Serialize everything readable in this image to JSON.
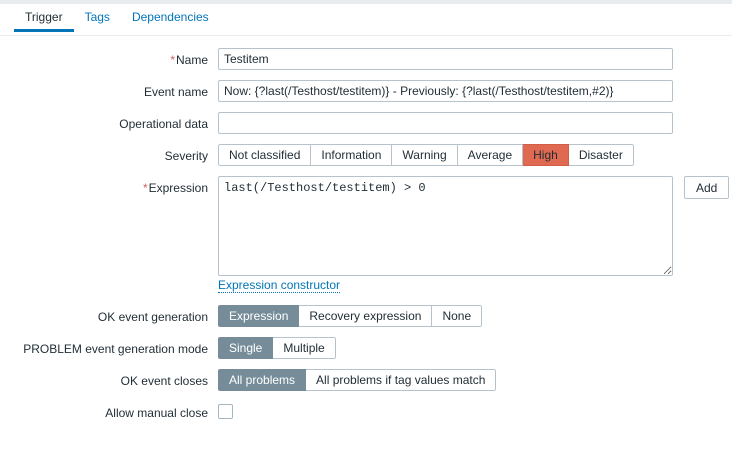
{
  "tabs": [
    {
      "label": "Trigger",
      "active": true
    },
    {
      "label": "Tags",
      "active": false
    },
    {
      "label": "Dependencies",
      "active": false
    }
  ],
  "form": {
    "name": {
      "label": "Name",
      "required": true,
      "value": "Testitem"
    },
    "event_name": {
      "label": "Event name",
      "required": false,
      "value": "Now: {?last(/Testhost/testitem)} - Previously: {?last(/Testhost/testitem,#2)}"
    },
    "operational_data": {
      "label": "Operational data",
      "required": false,
      "value": ""
    },
    "severity": {
      "label": "Severity",
      "options": [
        "Not classified",
        "Information",
        "Warning",
        "Average",
        "High",
        "Disaster"
      ],
      "selected": "High",
      "selected_color": "#e06a51"
    },
    "expression": {
      "label": "Expression",
      "required": true,
      "value": "last(/Testhost/testitem) > 0",
      "add_button": "Add",
      "constructor_link": "Expression constructor"
    },
    "ok_event_generation": {
      "label": "OK event generation",
      "options": [
        "Expression",
        "Recovery expression",
        "None"
      ],
      "selected": "Expression"
    },
    "problem_event_generation_mode": {
      "label": "PROBLEM event generation mode",
      "options": [
        "Single",
        "Multiple"
      ],
      "selected": "Single"
    },
    "ok_event_closes": {
      "label": "OK event closes",
      "options": [
        "All problems",
        "All problems if tag values match"
      ],
      "selected": "All problems"
    },
    "allow_manual_close": {
      "label": "Allow manual close",
      "checked": false
    }
  },
  "colors": {
    "accent": "#0275b8",
    "selected_segment": "#768d99",
    "severity_high": "#e06a51",
    "required_asterisk": "#d45e5e",
    "border": "#b6c3cc"
  }
}
